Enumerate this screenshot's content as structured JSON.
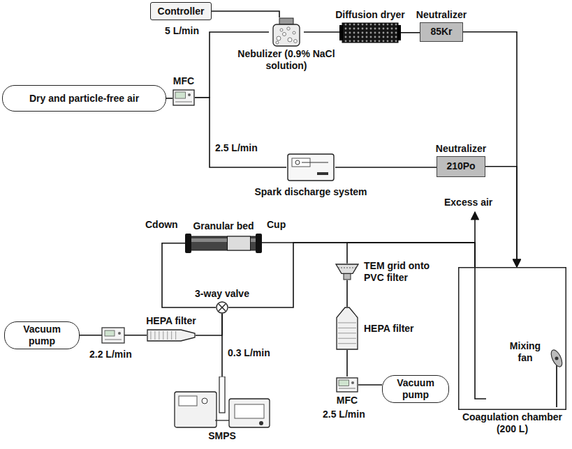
{
  "diagram": {
    "nodes": [
      {
        "text": [
          "Controller"
        ]
      },
      {
        "text": [
          "Nebulizer (0.9% NaCl solution)"
        ]
      },
      {
        "text": [
          "Diffusion dryer"
        ]
      },
      {
        "text": [
          "Neutralizer",
          "85Kr"
        ]
      },
      {
        "text": [
          "Dry and particle-free air"
        ]
      },
      {
        "text": [
          "MFC"
        ]
      },
      {
        "text": [
          "Spark discharge system"
        ]
      },
      {
        "text": [
          "Neutralizer",
          "210Po"
        ]
      },
      {
        "text": [
          "Coagulation chamber (200 L)"
        ]
      },
      {
        "text": [
          "Granular bed"
        ]
      },
      {
        "text": [
          "3-way valve"
        ]
      },
      {
        "text": [
          "TEM grid onto PVC filter"
        ]
      },
      {
        "text": [
          "HEPA filter"
        ]
      },
      {
        "text": [
          "Vacuum pump"
        ]
      },
      {
        "text": [
          "SMPS"
        ]
      },
      {
        "text": [
          "HEPA filter"
        ]
      },
      {
        "text": [
          "MFC"
        ]
      },
      {
        "text": [
          "Vacuum pump"
        ]
      }
    ],
    "edges": [
      {
        "from": 0,
        "to": 1,
        "arrow": "none"
      },
      {
        "from": 4,
        "to": 5,
        "arrow": "none"
      },
      {
        "from": 5,
        "to": 1,
        "arrow": "none"
      },
      {
        "from": 5,
        "to": 6,
        "arrow": "none"
      },
      {
        "from": 1,
        "to": 2,
        "arrow": "none"
      },
      {
        "from": 2,
        "to": 3,
        "arrow": "none"
      },
      {
        "from": 3,
        "to": 8,
        "arrow": "to"
      },
      {
        "from": 6,
        "to": 7,
        "arrow": "none"
      },
      {
        "from": 7,
        "to": 8,
        "arrow": "to"
      },
      {
        "from": 8,
        "to": 9,
        "arrow": "none"
      },
      {
        "from": 8,
        "to": 11,
        "arrow": "none"
      },
      {
        "from": 9,
        "to": 10,
        "arrow": "none"
      },
      {
        "from": 8,
        "to": 10,
        "arrow": "none"
      },
      {
        "from": 10,
        "to": 12,
        "arrow": "none"
      },
      {
        "from": 12,
        "to": 13,
        "arrow": "none"
      },
      {
        "from": 10,
        "to": 14,
        "arrow": "none"
      },
      {
        "from": 11,
        "to": 15,
        "arrow": "none"
      },
      {
        "from": 15,
        "to": 16,
        "arrow": "none"
      },
      {
        "from": 16,
        "to": 17,
        "arrow": "none"
      }
    ],
    "labels": [
      "5 L/min",
      "2.5 L/min",
      "Cdown",
      "Cup",
      "Excess air",
      "Mixing fan",
      "0.3 L/min",
      "2.2 L/min",
      "2.5 L/min"
    ]
  }
}
